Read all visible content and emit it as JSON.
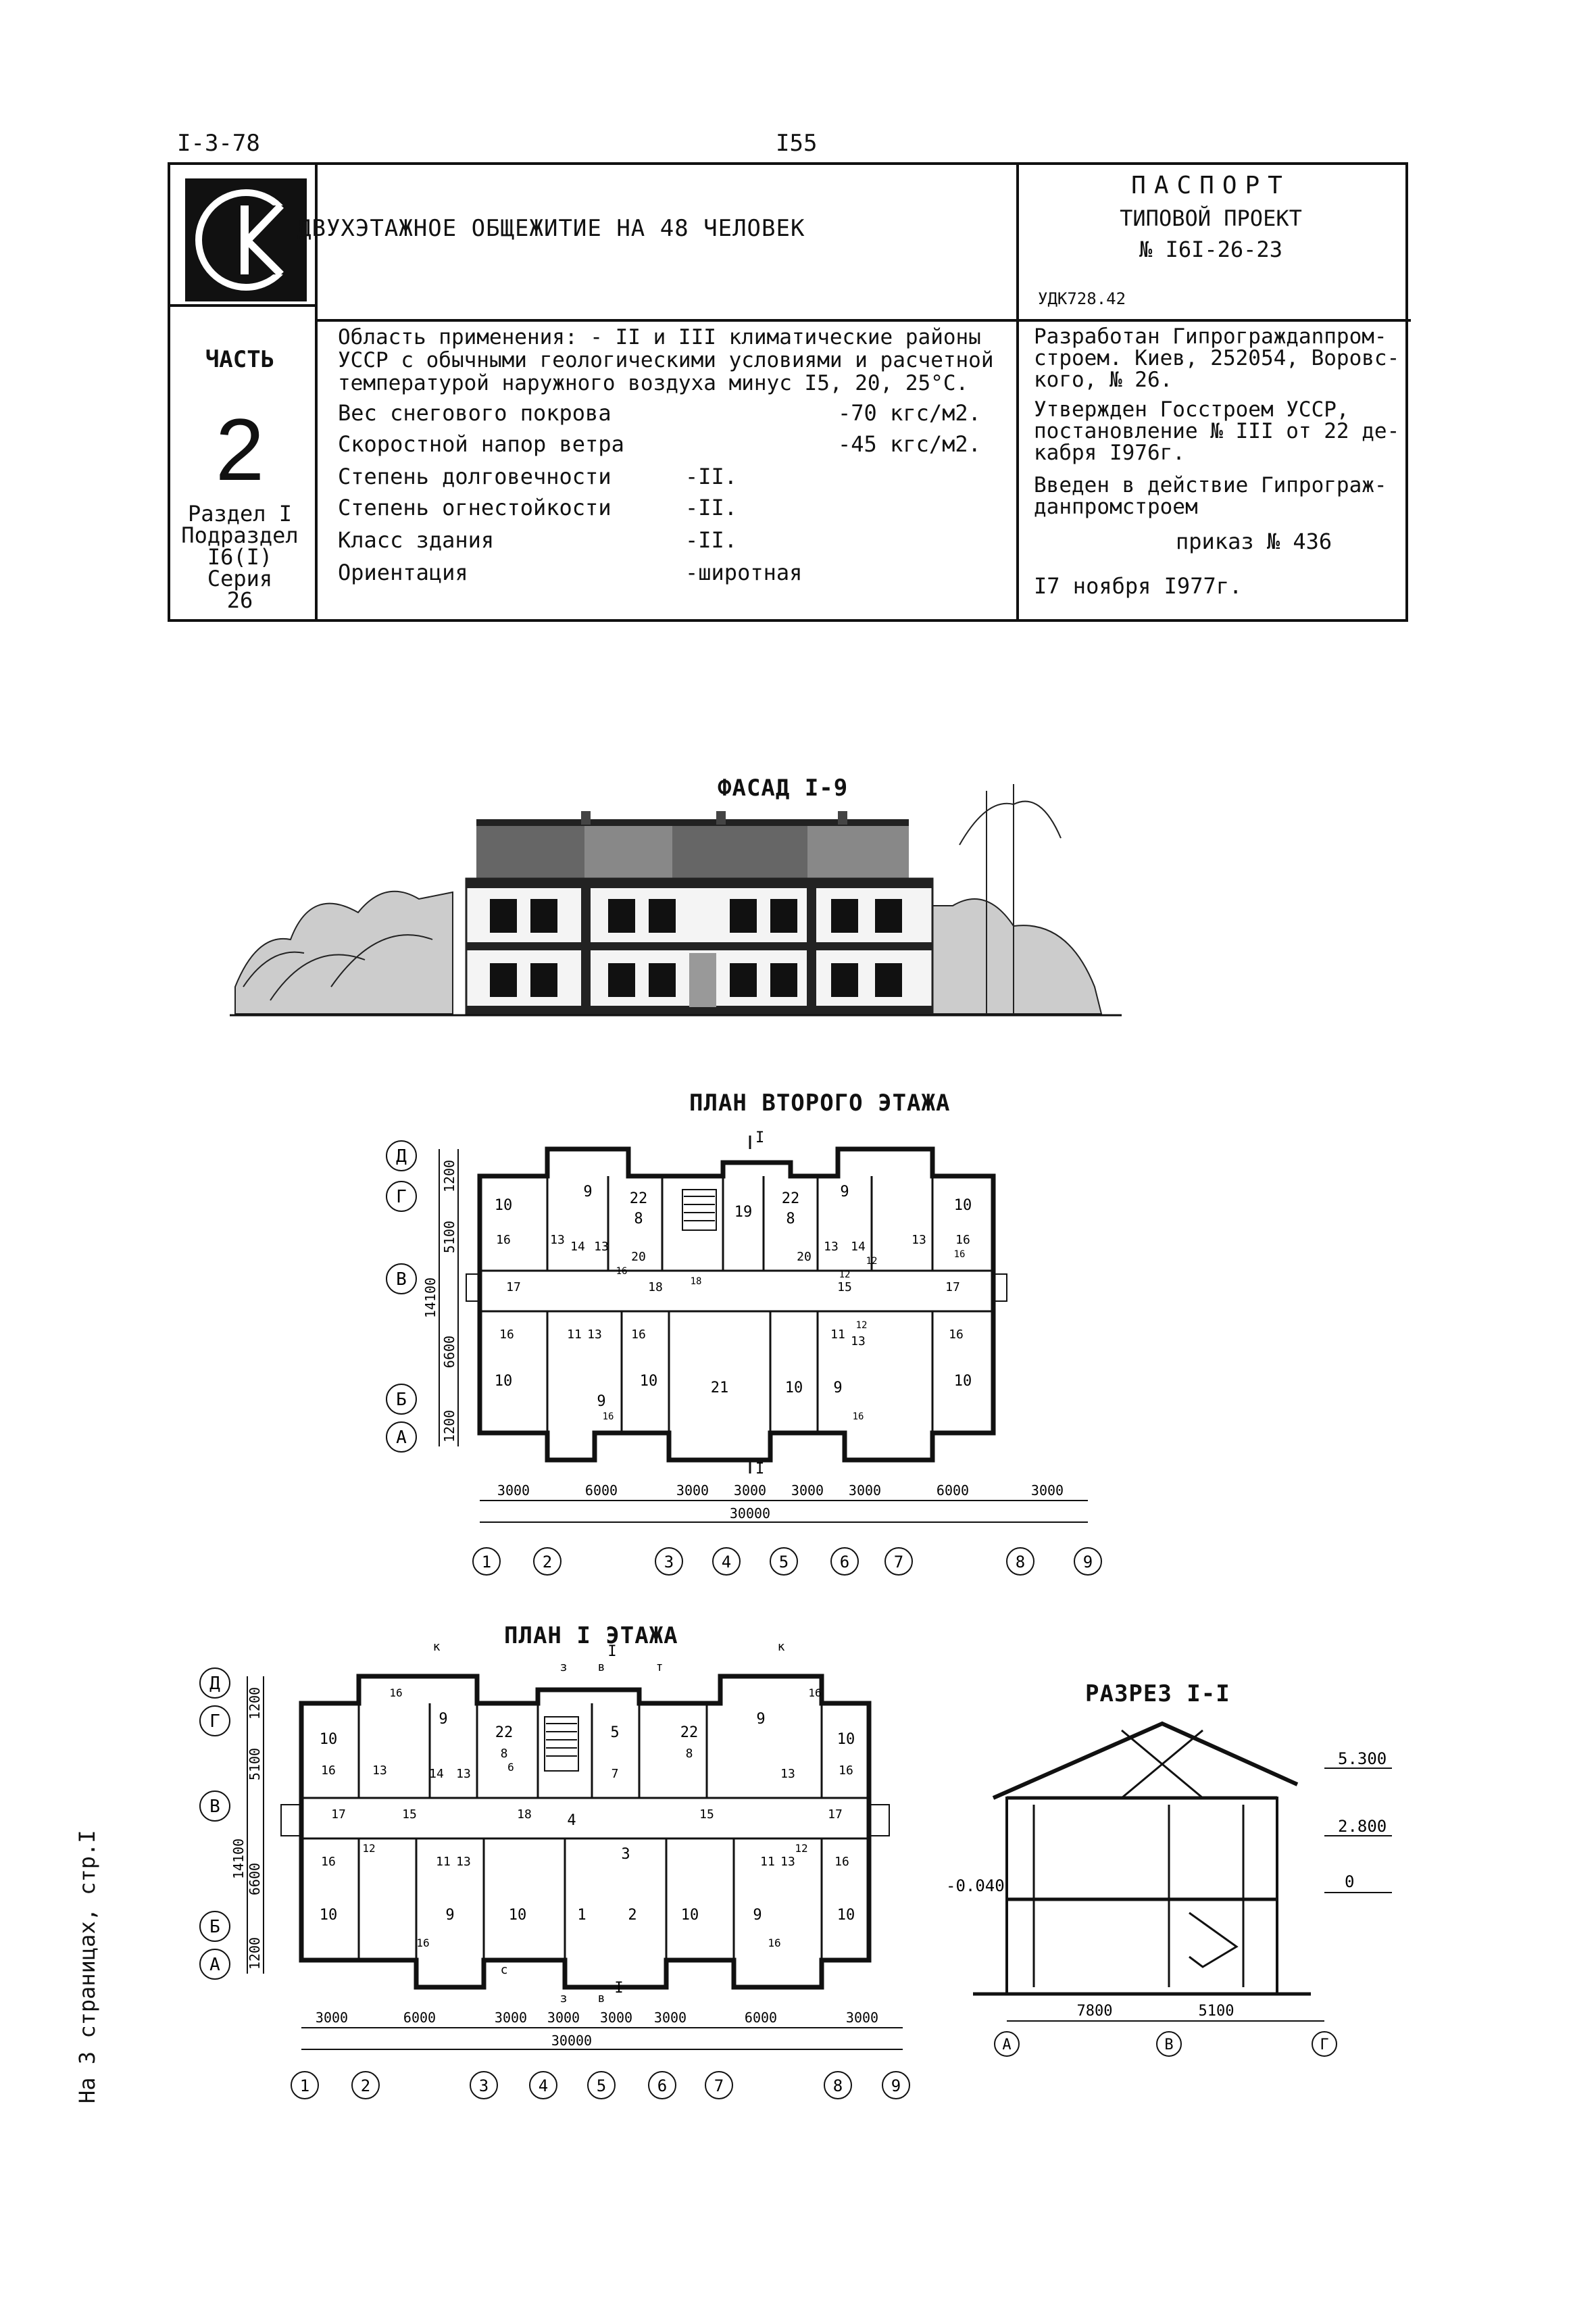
{
  "header": {
    "series_code": "I-3-78",
    "page_number": "I55"
  },
  "passport": {
    "title": "ДВУХЭТАЖНОЕ ОБЩЕЖИТИЕ НА 48 ЧЕЛОВЕК",
    "doc_label": "ПАСПОРТ",
    "project_type": "ТИПОВОЙ ПРОЕКТ",
    "project_number": "№ I6I-26-23",
    "udk": "УДК728.42",
    "part_label": "ЧАСТЬ",
    "part_number": "2",
    "section_info": "Раздел I\nПодраздел\nI6(I)\nСерия\n26",
    "application_area": "Область применения: - II и III климатические районы\nУССР с обычными геологическими условиями и расчетной\nтемпературой наружного воздуха минус I5, 20, 25°С.",
    "params": [
      {
        "name": "Вес снегового покрова",
        "value": "-70 кгс/м2."
      },
      {
        "name": "Скоростной напор ветра",
        "value": "-45 кгс/м2."
      },
      {
        "name": "Степень долговечности",
        "value": "-II."
      },
      {
        "name": "Степень огнестойкости",
        "value": "-II."
      },
      {
        "name": "Класс здания",
        "value": "-II."
      },
      {
        "name": "Ориентация",
        "value": "-широтная"
      }
    ],
    "developer": "Разработан Гипрограждanпром-\nстроем. Киев, 252054, Воровс-\nкого, № 26.",
    "approved": "Утвержден Госстроем УССР,\nпостановление № III от 22 де-\nкабря I976г.",
    "enacted": "Введен в действие Гипрограж-\nданпромстроем",
    "order": "приказ № 436",
    "date": "I7 ноября I977г."
  },
  "drawings": {
    "facade_title": "ФАСАД I-9",
    "second_floor_title": "ПЛАН ВТОРОГО ЭТАЖА",
    "first_floor_title": "ПЛАН I ЭТАЖА",
    "section_title": "РАЗРЕЗ I-I",
    "section_mark": "I",
    "row_axes": [
      "Д",
      "Г",
      "В",
      "Б",
      "А"
    ],
    "row_dims": [
      "1200",
      "5100",
      "14100",
      "6600",
      "1200"
    ],
    "col_dims": [
      "3000",
      "6000",
      "3000",
      "3000",
      "3000",
      "3000",
      "6000",
      "3000"
    ],
    "total_dim": "30000",
    "col_axes": [
      "1",
      "2",
      "3",
      "4",
      "5",
      "6",
      "7",
      "8",
      "9"
    ],
    "second_floor_rooms": [
      "10",
      "9",
      "22",
      "8",
      "19",
      "22",
      "8",
      "9",
      "10",
      "16",
      "13",
      "14",
      "13",
      "20",
      "20",
      "13",
      "14",
      "13",
      "16",
      "17",
      "18",
      "15",
      "17",
      "16",
      "11",
      "13",
      "16",
      "11",
      "13",
      "16",
      "10",
      "9",
      "10",
      "21",
      "10",
      "9",
      "10",
      "16",
      "12",
      "12",
      "16",
      "12",
      "18",
      "16",
      "16"
    ],
    "first_floor_rooms": [
      "10",
      "9",
      "22",
      "5",
      "22",
      "9",
      "10",
      "16",
      "13",
      "14",
      "13",
      "8",
      "7",
      "8",
      "13",
      "16",
      "17",
      "15",
      "18",
      "4",
      "15",
      "17",
      "16",
      "11",
      "13",
      "3",
      "11",
      "13",
      "16",
      "10",
      "9",
      "10",
      "1",
      "2",
      "10",
      "9",
      "10",
      "16",
      "12",
      "6",
      "12",
      "16",
      "16",
      "16"
    ],
    "first_floor_marks": [
      "к",
      "з",
      "в",
      "т",
      "к",
      "с",
      "з",
      "в"
    ],
    "section_levels": [
      "5.300",
      "2.800",
      "0",
      "-0.040"
    ],
    "section_dims": [
      "7800",
      "5100"
    ],
    "section_axes": [
      "А",
      "В",
      "Г"
    ]
  },
  "side_note": "На 3 страницах, стр.I"
}
